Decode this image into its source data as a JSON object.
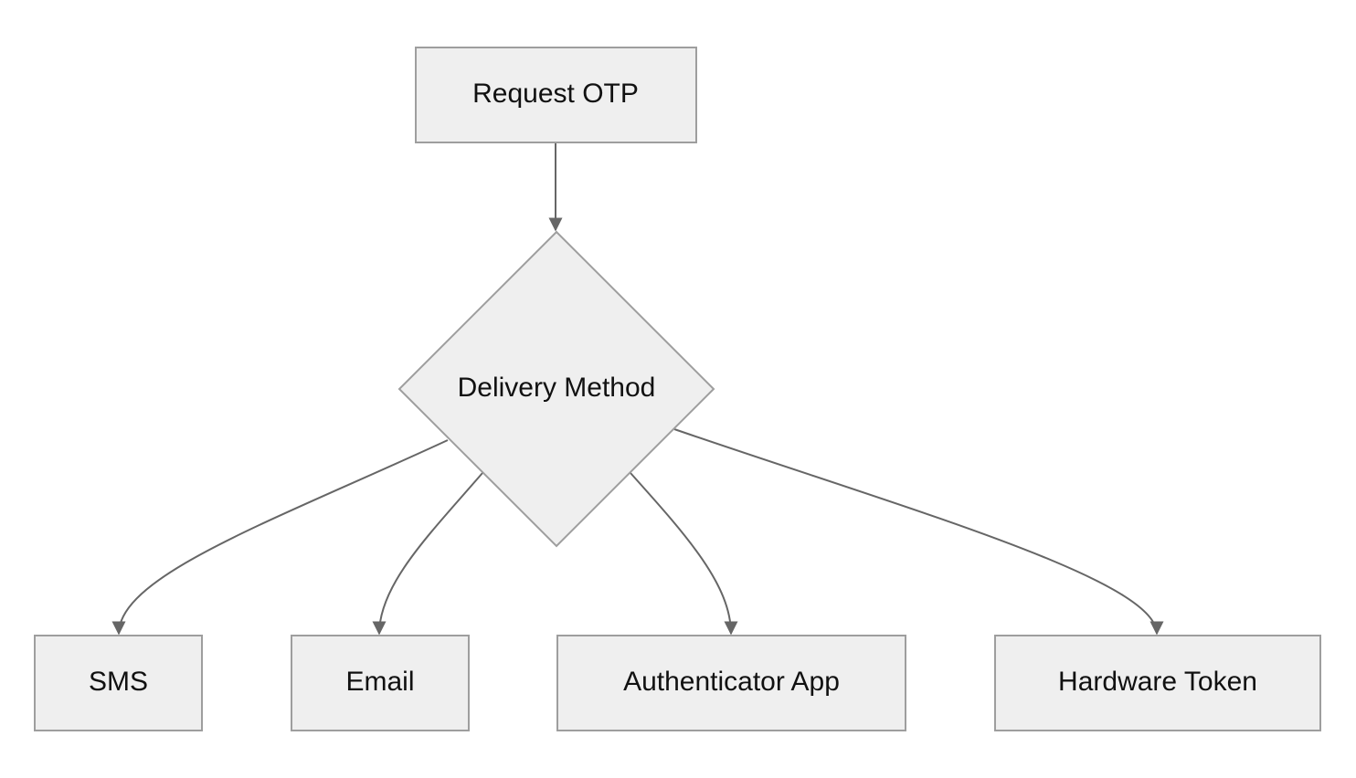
{
  "diagram": {
    "type": "flowchart",
    "nodes": {
      "request": {
        "label": "Request OTP",
        "shape": "rectangle"
      },
      "method": {
        "label": "Delivery Method",
        "shape": "diamond"
      },
      "sms": {
        "label": "SMS",
        "shape": "rectangle"
      },
      "email": {
        "label": "Email",
        "shape": "rectangle"
      },
      "app": {
        "label": "Authenticator App",
        "shape": "rectangle"
      },
      "token": {
        "label": "Hardware Token",
        "shape": "rectangle"
      }
    },
    "edges": [
      {
        "from": "request",
        "to": "method"
      },
      {
        "from": "method",
        "to": "sms"
      },
      {
        "from": "method",
        "to": "email"
      },
      {
        "from": "method",
        "to": "app"
      },
      {
        "from": "method",
        "to": "token"
      }
    ],
    "colors": {
      "node_fill": "#efefef",
      "node_stroke": "#9e9e9e",
      "edge": "#666666",
      "text": "#111111"
    }
  }
}
